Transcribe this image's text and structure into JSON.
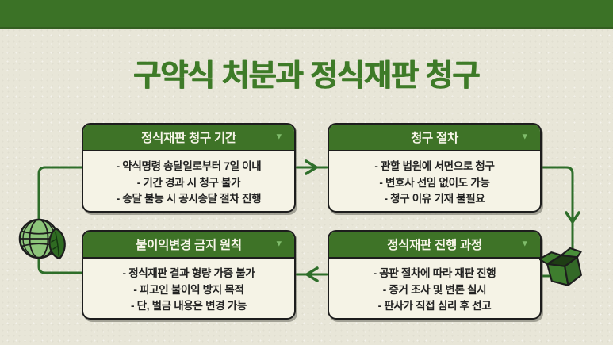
{
  "page": {
    "title": "구약식 처분과 정식재판 청구"
  },
  "ui": {
    "dropdown_marker": "▼"
  },
  "cards": [
    {
      "title": "정식재판 청구 기간",
      "items": [
        "- 약식명령 송달일로부터 7일 이내",
        "- 기간 경과 시 청구 불가",
        "- 송달 불능 시 공시송달 절차 진행"
      ]
    },
    {
      "title": "청구 절차",
      "items": [
        "- 관할 법원에 서면으로 청구",
        "- 변호사 선임 없이도 가능",
        "- 청구 이유 기재 불필요"
      ]
    },
    {
      "title": "불이익변경 금지 원칙",
      "items": [
        "- 정식재판 결과 형량 가중 불가",
        "- 피고인 불이익 방지 목적",
        "- 단, 벌금 내용은 변경 가능"
      ]
    },
    {
      "title": "정식재판 진행 과정",
      "items": [
        "- 공판 절차에 따라 재판 진행",
        "- 증거 조사 및 변론 실시",
        "- 판사가 직접 심리 후 선고"
      ]
    }
  ],
  "decorations": {
    "globe_leaf": "globe-leaf-icon",
    "open_box": "open-box-icon"
  },
  "colors": {
    "top_bar": "#3b7226",
    "header_green": "#3e7327",
    "title_green": "#3e7b28",
    "accent_light_green": "#7fbc6b",
    "background": "#e8e6d8",
    "card_body": "#f5f3e6",
    "outline": "#1d1d1d",
    "connector": "#2e6e2a"
  }
}
